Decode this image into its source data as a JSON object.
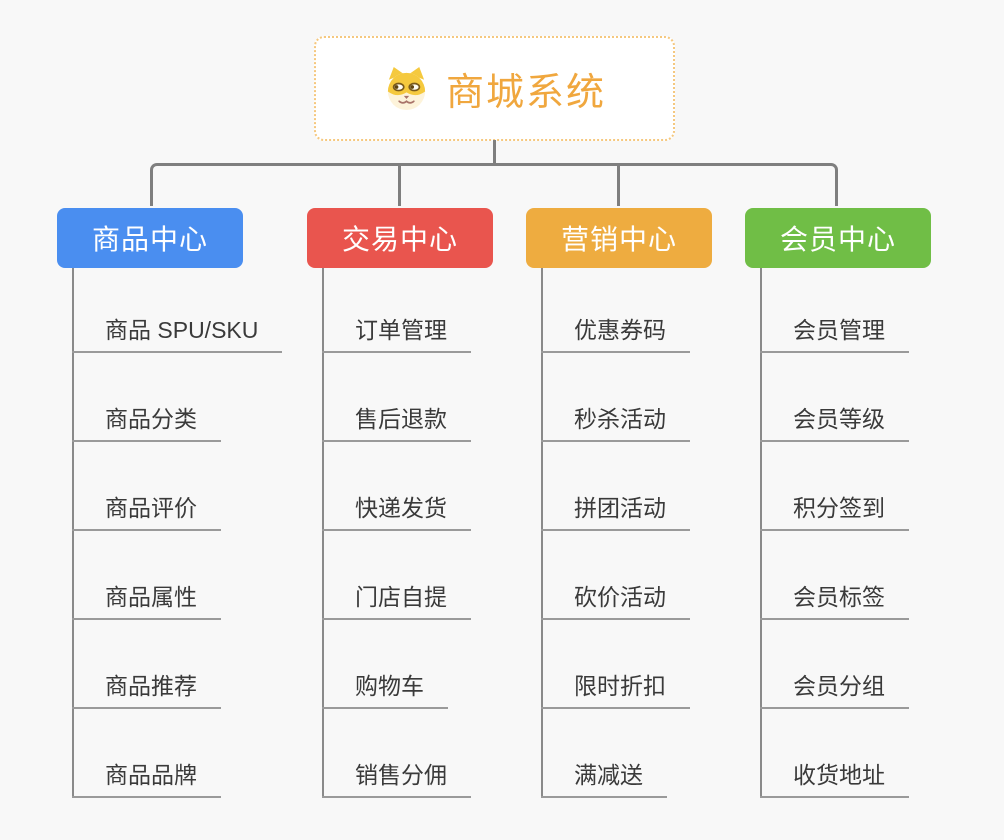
{
  "root": {
    "label": "商城系统",
    "icon": "shiba-dog-icon",
    "text_color": "#f0a73e",
    "border_color": "#f5c87f"
  },
  "branches": [
    {
      "label": "商品中心",
      "color": "#4a8ef0",
      "children": [
        "商品 SPU/SKU",
        "商品分类",
        "商品评价",
        "商品属性",
        "商品推荐",
        "商品品牌"
      ]
    },
    {
      "label": "交易中心",
      "color": "#e9554e",
      "children": [
        "订单管理",
        "售后退款",
        "快递发货",
        "门店自提",
        "购物车",
        "销售分佣"
      ]
    },
    {
      "label": "营销中心",
      "color": "#eeac40",
      "children": [
        "优惠券码",
        "秒杀活动",
        "拼团活动",
        "砍价活动",
        "限时折扣",
        "满减送"
      ]
    },
    {
      "label": "会员中心",
      "color": "#70be46",
      "children": [
        "会员管理",
        "会员等级",
        "积分签到",
        "会员标签",
        "会员分组",
        "收货地址"
      ]
    }
  ],
  "colors": {
    "connector": "#7f7f7f",
    "underline": "#9a9a9a",
    "leaf_text": "#3a3a3a",
    "background": "#f8f8f8"
  }
}
